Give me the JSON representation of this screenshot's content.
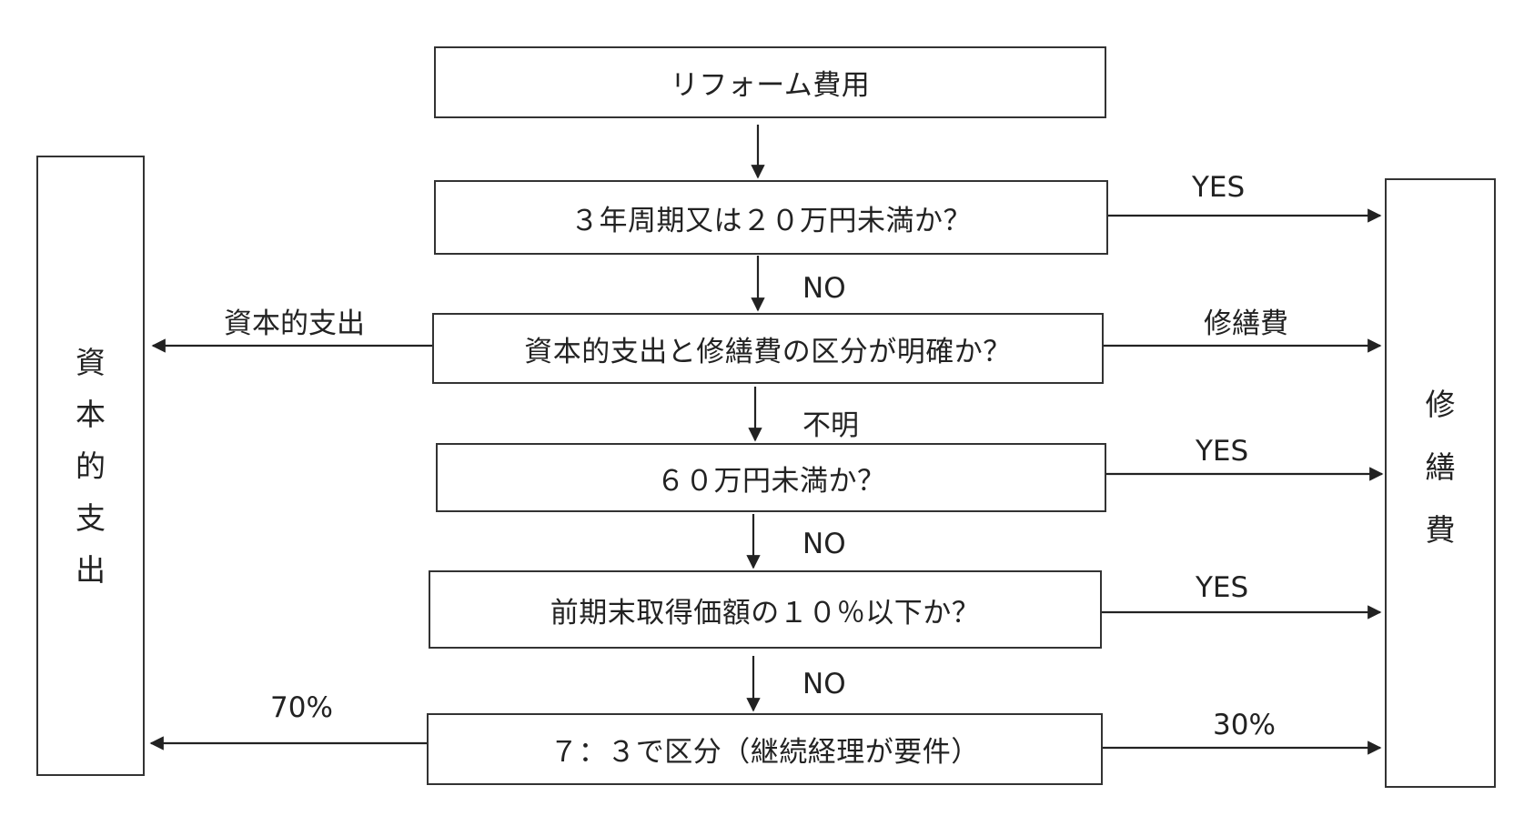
{
  "steps": {
    "start": "リフォーム費用",
    "q1": "３年周期又は２０万円未満か？",
    "q2": "資本的支出と修繕費の区分が明確か？",
    "q3": "６０万円未満か？",
    "q4": "前期末取得価額の１０％以下か？",
    "q5": "７：３で区分（継続経理が要件）"
  },
  "outcomes": {
    "left": [
      "資",
      "本",
      "的",
      "支",
      "出"
    ],
    "right": [
      "修",
      "繕",
      "費"
    ]
  },
  "edge_labels": {
    "q1_yes": "YES",
    "q1_no": "NO",
    "q2_left": "資本的支出",
    "q2_right": "修繕費",
    "q2_down": "不明",
    "q3_yes": "YES",
    "q3_no": "NO",
    "q4_yes": "YES",
    "q4_no": "NO",
    "q5_left": "70%",
    "q5_right": "30%"
  }
}
